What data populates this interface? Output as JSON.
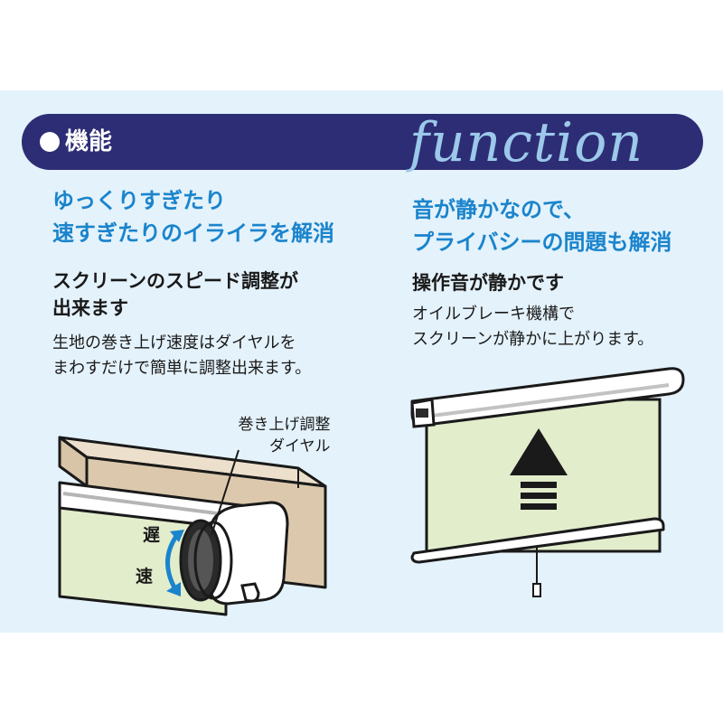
{
  "banner": {
    "title": "機能",
    "script_title": "function",
    "color": "#2d2d75",
    "script_color": "#9cc8ea"
  },
  "left": {
    "headline": [
      "ゆっくりすぎたり",
      "速すぎたりのイライラを解消"
    ],
    "subhead": [
      "スクリーンのスピード調整が",
      "出来ます"
    ],
    "body": [
      "生地の巻き上げ速度はダイヤルを",
      "まわすだけで簡単に調整出来ます。"
    ],
    "dial_label": [
      "巻き上げ調整",
      "ダイヤル"
    ],
    "slow_label": "遅",
    "fast_label": "速"
  },
  "right": {
    "headline": [
      "音が静かなので、",
      "プライバシーの問題も解消"
    ],
    "subhead": "操作音が静かです",
    "body": [
      "オイルブレーキ機構で",
      "スクリーンが静かに上がります。"
    ]
  },
  "colors": {
    "panel_bg": "#e4f2fb",
    "headline": "#1a84cc",
    "screen_fabric": "#e2edcc",
    "frame_wood": "#dcc9ad"
  },
  "icons": {
    "bullet": "white-circle-icon",
    "up_arrow": "up-arrow-icon",
    "rotate": "rotate-arrow-icon"
  }
}
